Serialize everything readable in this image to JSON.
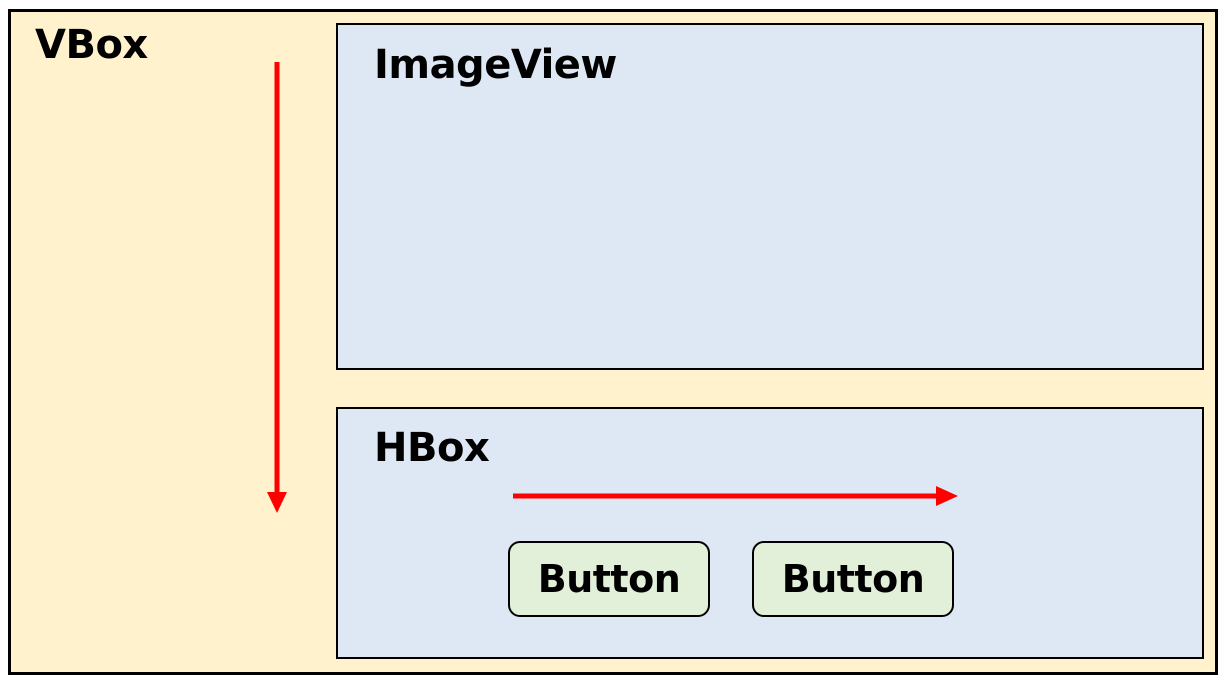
{
  "vbox": {
    "label": "VBox"
  },
  "imageview": {
    "label": "ImageView"
  },
  "hbox": {
    "label": "HBox",
    "buttons": [
      {
        "label": "Button"
      },
      {
        "label": "Button"
      }
    ]
  },
  "colors": {
    "vbox_fill": "#fff2cc",
    "panel_fill": "#dee8f5",
    "button_fill": "#e2efd9",
    "arrow": "#ff0000",
    "border": "#000000"
  }
}
